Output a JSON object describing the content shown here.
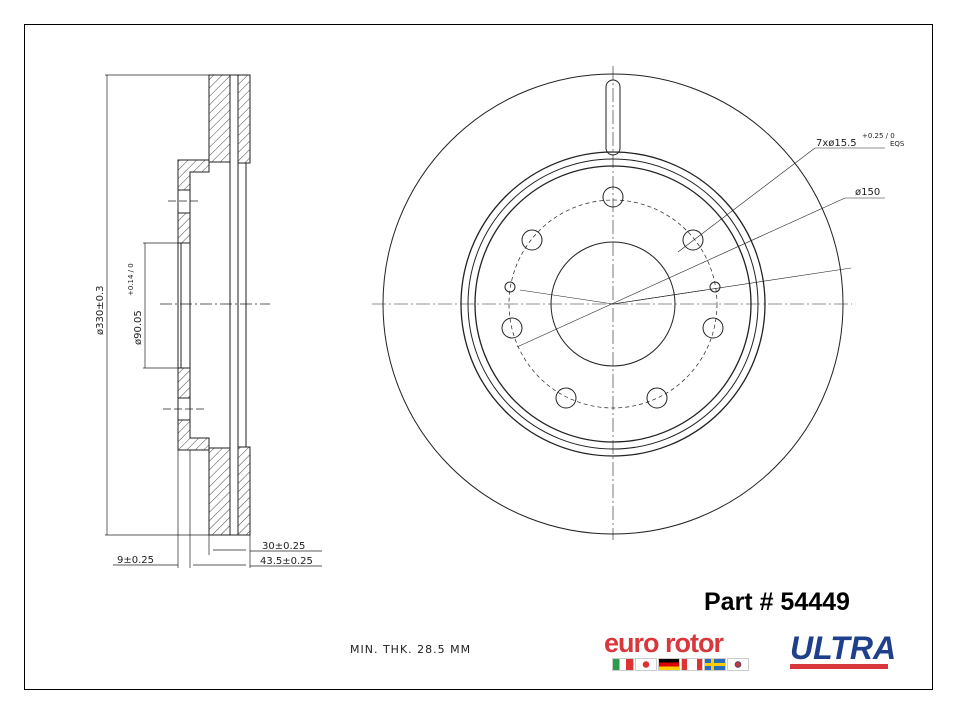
{
  "drawing": {
    "dimensions": {
      "outer_diameter": "ø330±0.3",
      "center_bore": "ø90.05",
      "center_bore_tol": "+0.14 / 0",
      "hat_thickness": "9±0.25",
      "disc_thickness": "30±0.25",
      "overall_height": "43.5±0.25",
      "bolt_holes": "7xø15.5",
      "bolt_holes_tol": "+0.25 / 0",
      "bolt_holes_note": "EQS",
      "bolt_circle": "ø150"
    },
    "min_thickness": "MIN. THK. 28.5 MM",
    "part_number": "Part # 54449"
  },
  "logos": {
    "brand": "euro rotor",
    "line": "ULTRA",
    "flags": [
      "italy",
      "japan",
      "germany",
      "canada",
      "sweden",
      "korea"
    ]
  }
}
